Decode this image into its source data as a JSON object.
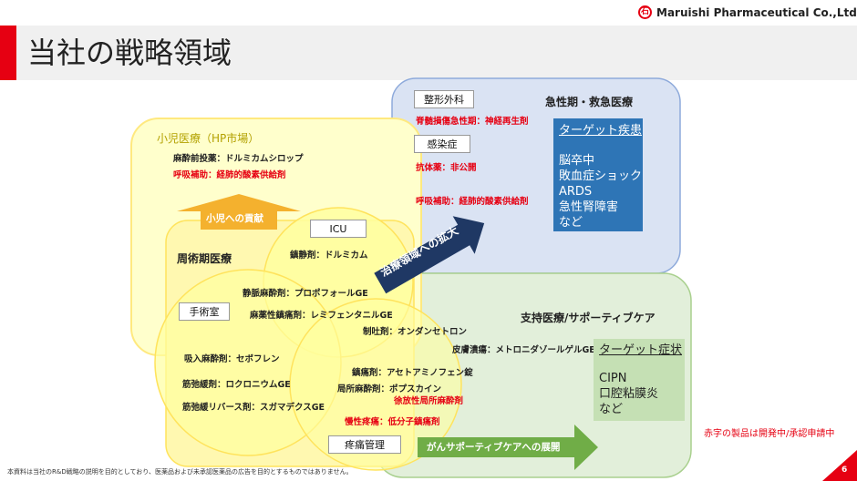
{
  "header": {
    "company": "Maruishi Pharmaceutical Co.,Ltd.",
    "logo_mark": "石",
    "title": "当社の戦略領域"
  },
  "acute": {
    "heading": "急性期・救急医療",
    "ortho_label": "整形外科",
    "spinal_text": "脊髄損傷急性期：神経再生剤",
    "infection_label": "感染症",
    "antibody_text": "抗体薬：非公開",
    "resp_text": "呼吸補助：経肺的酸素供給剤",
    "target_heading": "ターゲット疾患",
    "target_items": [
      "脳卒中",
      "敗血症ショック",
      "ARDS",
      "急性腎障害",
      "など"
    ]
  },
  "pediatric": {
    "heading": "小児医療（HP市場）",
    "premed_text": "麻酔前投薬：ドルミカムシロップ",
    "resp_text": "呼吸補助：経肺的酸素供給剤",
    "contribution_arrow": "小児への貢献"
  },
  "perioperative": {
    "heading": "周術期医療",
    "icu_label": "ICU",
    "sedative_text": "鎮静剤：ドルミカム",
    "iv_anesthetic_text": "静脈麻酔剤：プロポフォールGE",
    "narcotic_text": "麻薬性鎮痛剤：レミフェンタニルGE",
    "or_label": "手術室",
    "inhaled_text": "吸入麻酔剤：セボフレン",
    "muscle_relaxant_text": "筋弛緩剤：ロクロニウムGE",
    "reversal_text": "筋弛緩リバース剤：スガマデクスGE",
    "antiemetic_text": "制吐剤：オンダンセトロン",
    "analgesic_text": "鎮痛剤：アセトアミノフェン錠",
    "local_anesthetic_text": "局所麻酔剤：ポプスカイン",
    "sustained_text": "徐放性局所麻酔剤",
    "chronic_text": "慢性疼痛：低分子鎮痛剤",
    "pain_label": "疼痛管理",
    "expansion_arrow": "治療領域への拡大"
  },
  "supportive": {
    "heading": "支持医療/サポーティブケア",
    "dermatitis_text": "皮膚潰瘍：メトロニダゾールゲルGE",
    "target_heading": "ターゲット症状",
    "target_items": [
      "CIPN",
      "口腔粘膜炎",
      "など"
    ],
    "cancer_arrow": "がんサポーティブケアへの展開"
  },
  "notes": {
    "red_note": "赤字の製品は開発中/承認申請中",
    "footer": "本資料は当社のR&D戦略の説明を目的としており、医薬品および未承認医薬品の広告を目的とするものではありません。",
    "page_number": "6"
  },
  "colors": {
    "brand_red": "#e60012",
    "acute_fill": "#dae3f3",
    "acute_border": "#8eaadb",
    "pediatric_fill": "#ffffcc",
    "pediatric_border": "#ffe97f",
    "supportive_fill": "#e2efda",
    "supportive_border": "#a9d08e",
    "target_blue": "#2e75b6",
    "target_green": "#c5e0b4",
    "orange_arrow": "#f4b12e",
    "green_arrow": "#70ad47",
    "navy_arrow": "#1f3864"
  }
}
